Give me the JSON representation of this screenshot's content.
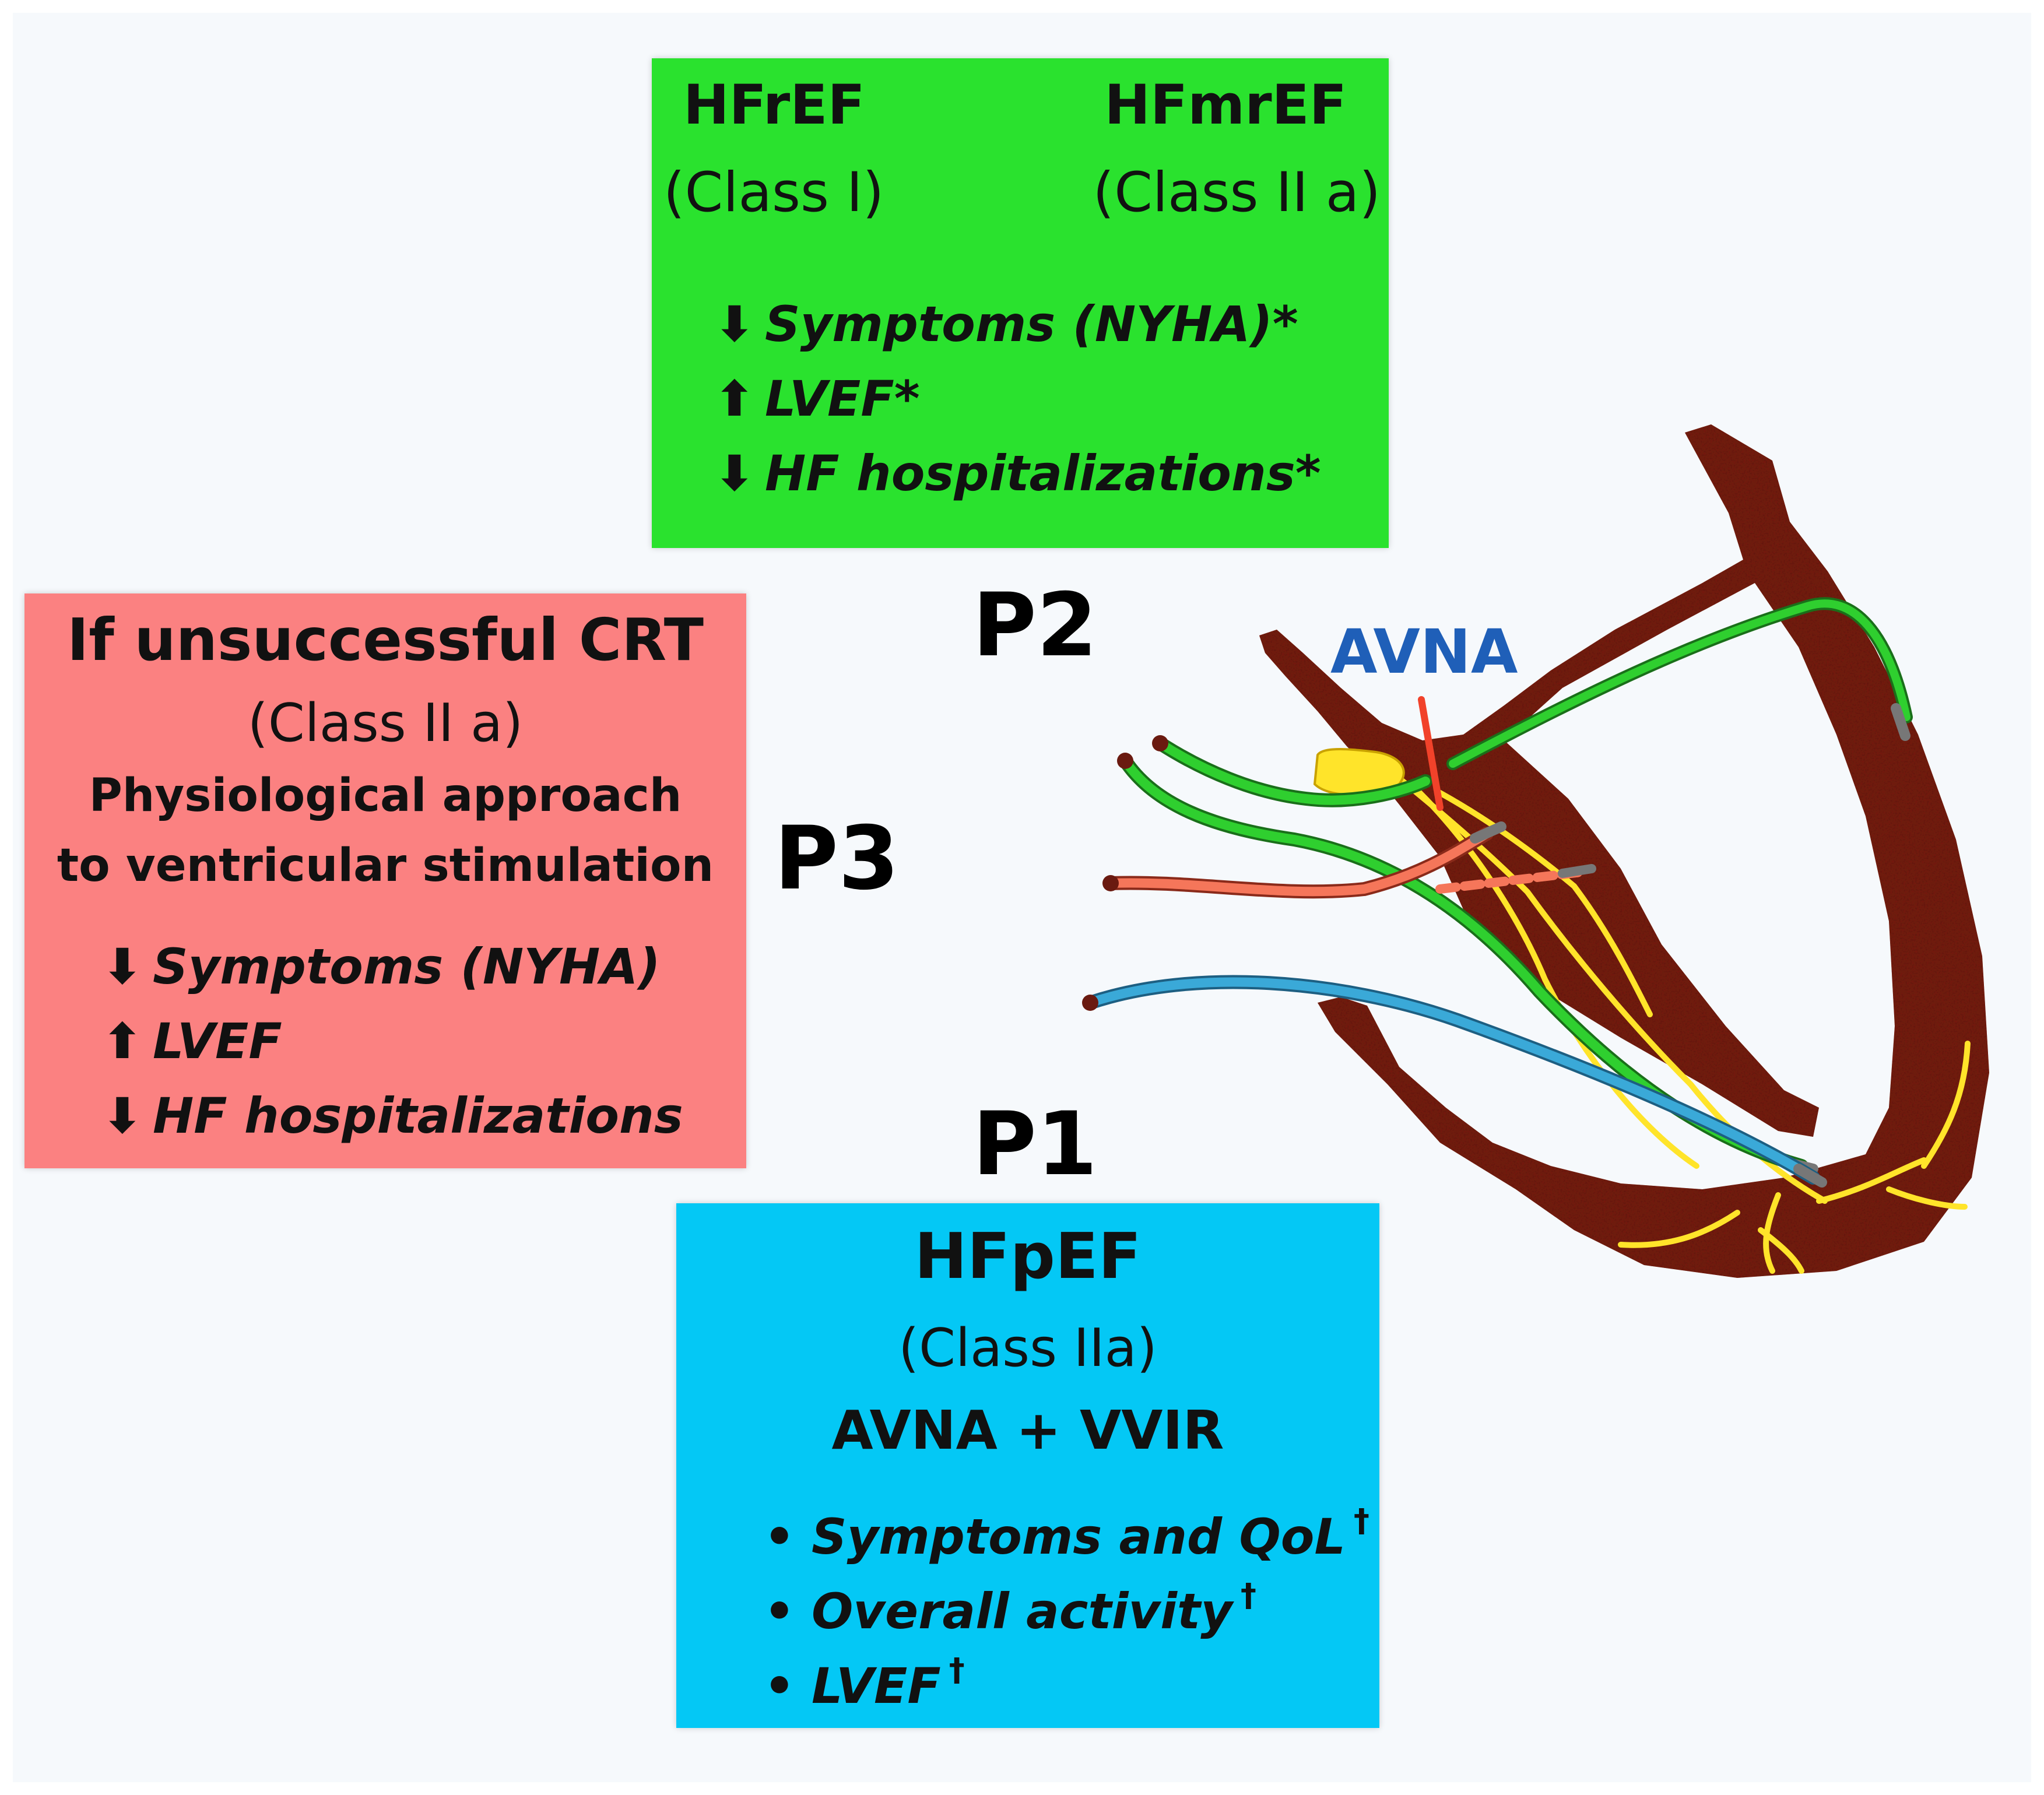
{
  "colors": {
    "box_p2": "#2ae22e",
    "box_p3": "#fb8181",
    "box_p1": "#04c8f5",
    "heart_tissue": "#7a1a12",
    "conduction_system": "#ffe42a",
    "lead_green": "#2fcf2f",
    "lead_red": "#f5765a",
    "lead_blue": "#3aa9d8",
    "avna_text": "#1f5fb8",
    "ablation_line": "#f1422a"
  },
  "p2_box": {
    "left_heading": "HFrEF",
    "left_class": "(Class I)",
    "right_heading": "HFmrEF",
    "right_class": "(Class II a)",
    "items": [
      {
        "arrow": "down",
        "text": "Symptoms (NYHA)*"
      },
      {
        "arrow": "up",
        "text": "LVEF*"
      },
      {
        "arrow": "down",
        "text": "HF hospitalizations*"
      }
    ]
  },
  "p3_box": {
    "title": "If unsuccessful CRT",
    "class_label": "(Class II a)",
    "approach_line1": "Physiological approach",
    "approach_line2": "to ventricular stimulation",
    "items": [
      {
        "arrow": "down",
        "text": "Symptoms (NYHA)"
      },
      {
        "arrow": "up",
        "text": "LVEF"
      },
      {
        "arrow": "down",
        "text": "HF hospitalizations"
      }
    ]
  },
  "p1_box": {
    "title": "HFpEF",
    "class_label": "(Class IIa)",
    "therapy": "AVNA + VVIR",
    "items": [
      {
        "text": "Symptoms and QoL",
        "mark": "†"
      },
      {
        "text": "Overall activity",
        "mark": "†"
      },
      {
        "text": "LVEF",
        "mark": "†"
      }
    ]
  },
  "labels": {
    "p1": "P1",
    "p2": "P2",
    "p3": "P3",
    "avna": "AVNA"
  }
}
